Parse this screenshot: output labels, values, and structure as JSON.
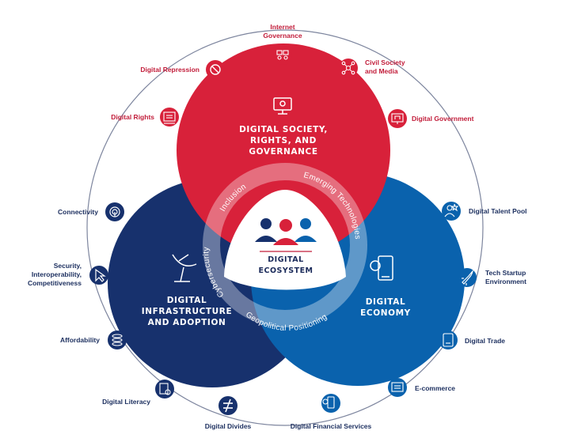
{
  "colors": {
    "red": "#d8213a",
    "navy": "#17316d",
    "blue": "#0a62ad",
    "red_text": "#c21d3a",
    "navy_text": "#1c2f5f"
  },
  "center": {
    "line1": "DIGITAL",
    "line2": "ECOSYSTEM"
  },
  "circles": {
    "society": {
      "title": [
        "DIGITAL SOCIETY,",
        "RIGHTS, AND",
        "GOVERNANCE"
      ],
      "icon": "monitor-icon"
    },
    "infrastructure": {
      "title": [
        "DIGITAL",
        "INFRASTRUCTURE",
        "AND ADOPTION"
      ],
      "icon": "satellite-dish-icon"
    },
    "economy": {
      "title": [
        "DIGITAL",
        "ECONOMY"
      ],
      "icon": "mobile-payment-icon"
    }
  },
  "cross_cutting": {
    "inclusion": "Inclusion",
    "emerging": "Emerging Technologies",
    "cybersecurity": "Cybersecurity",
    "geopolitical": "Geopolitical Positioning"
  },
  "nodes": {
    "internet_governance": {
      "label": [
        "Internet",
        "Governance"
      ],
      "icon": "people-chat-icon"
    },
    "civil_society": {
      "label": [
        "Civil Society",
        "and Media"
      ],
      "icon": "network-icon"
    },
    "digital_government": {
      "label": [
        "Digital Government"
      ],
      "icon": "government-screen-icon"
    },
    "digital_repression": {
      "label": [
        "Digital Repression"
      ],
      "icon": "prohibited-icon"
    },
    "digital_rights": {
      "label": [
        "Digital Rights"
      ],
      "icon": "rights-document-icon"
    },
    "connectivity": {
      "label": [
        "Connectivity"
      ],
      "icon": "wifi-signal-icon"
    },
    "security": {
      "label": [
        "Security,",
        "Interoperability,",
        "Competitiveness"
      ],
      "icon": "cursor-icon"
    },
    "affordability": {
      "label": [
        "Affordability"
      ],
      "icon": "coins-icon"
    },
    "digital_literacy": {
      "label": [
        "Digital Literacy"
      ],
      "icon": "document-user-icon"
    },
    "digital_divides": {
      "label": [
        "Digital Divides"
      ],
      "icon": "not-equal-icon"
    },
    "digital_financial": {
      "label": [
        "Digital Financial Services"
      ],
      "icon": "mobile-money-icon"
    },
    "ecommerce": {
      "label": [
        "E-commerce"
      ],
      "icon": "shopping-cart-icon"
    },
    "digital_trade": {
      "label": [
        "Digital Trade"
      ],
      "icon": "tablet-icon"
    },
    "tech_startup": {
      "label": [
        "Tech Startup",
        "Environment"
      ],
      "icon": "rocket-icon"
    },
    "talent_pool": {
      "label": [
        "Digital Talent Pool"
      ],
      "icon": "person-star-icon"
    }
  }
}
